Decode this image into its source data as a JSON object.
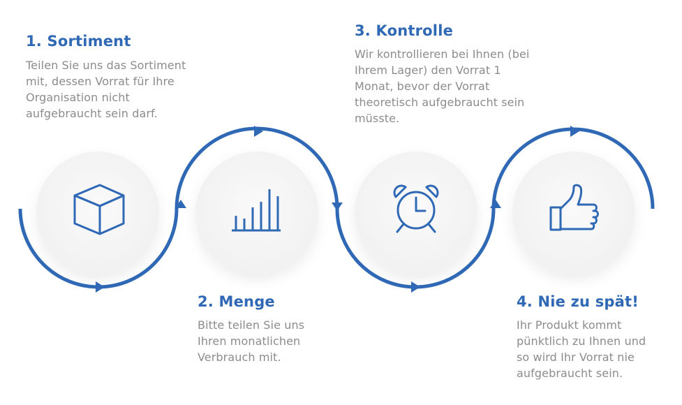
{
  "colors": {
    "accent": "#2f68b4",
    "text": "#8c8c8c",
    "circle": "#f5f5f5"
  },
  "steps": [
    {
      "title": "1. Sortiment",
      "lines": [
        "Teilen Sie uns das Sortiment",
        "mit, dessen Vorrat für Ihre",
        "Organisation nicht",
        "aufgebraucht sein darf."
      ],
      "icon": "box-icon"
    },
    {
      "title": "2. Menge",
      "lines": [
        "Bitte teilen Sie uns",
        "Ihren monatlichen",
        "Verbrauch mit."
      ],
      "icon": "bar-chart-icon"
    },
    {
      "title": "3. Kontrolle",
      "lines": [
        "Wir kontrollieren bei Ihnen (bei",
        "Ihrem Lager) den Vorrat 1",
        "Monat, bevor der Vorrat",
        "theoretisch aufgebraucht sein",
        "müsste."
      ],
      "icon": "alarm-clock-icon"
    },
    {
      "title": "4. Nie zu spät!",
      "lines": [
        "Ihr Produkt kommt",
        "pünktlich zu Ihnen und",
        "so wird Ihr Vorrat nie",
        "aufgebraucht sein."
      ],
      "icon": "thumbs-up-icon"
    }
  ]
}
